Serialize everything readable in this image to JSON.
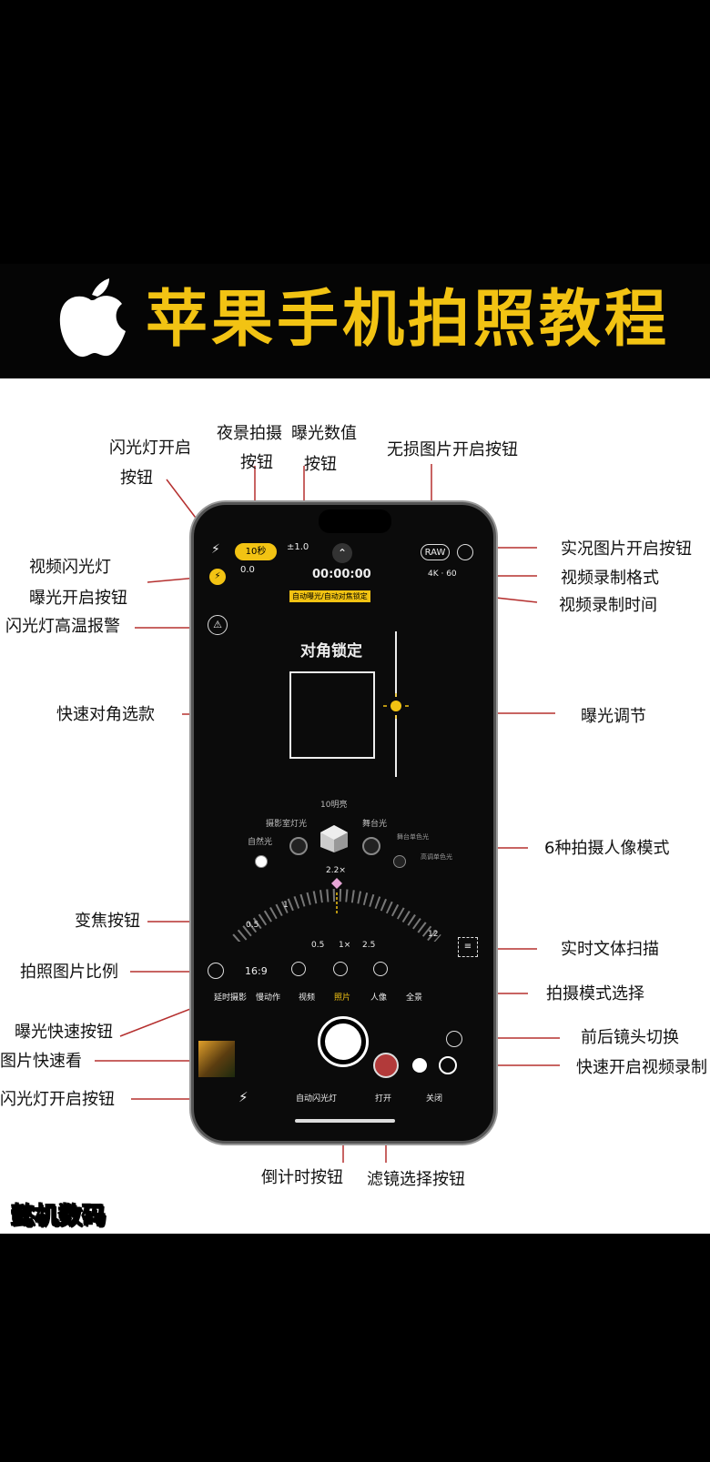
{
  "header": {
    "title": "苹果手机拍照教程"
  },
  "annotations": {
    "flash_open": "闪光灯开启",
    "flash_open_2": "按钮",
    "night_mode": "夜景拍摄",
    "night_mode_2": "按钮",
    "exposure_value": "曝光数值",
    "exposure_value_2": "按钮",
    "raw_button": "无损图片开启按钮",
    "live_photo": "实况图片开启按钮",
    "video_format": "视频录制格式",
    "video_time": "视频录制时间",
    "video_flash": "视频闪光灯",
    "exposure_open": "曝光开启按钮",
    "flash_warning": "闪光灯高温报警",
    "quick_focus": "快速对角选款",
    "exposure_adjust": "曝光调节",
    "portrait_modes": "6种拍摄人像模式",
    "zoom_button": "变焦按钮",
    "text_scan": "实时文体扫描",
    "aspect_ratio": "拍照图片比例",
    "mode_select": "拍摄模式选择",
    "exposure_quick": "曝光快速按钮",
    "lens_switch": "前后镜头切换",
    "photo_quick_view": "图片快速看",
    "quick_video": "快速开启视频录制",
    "flash_open_btn": "闪光灯开启按钮",
    "timer_button": "倒计时按钮",
    "filter_button": "滤镜选择按钮"
  },
  "phone": {
    "night_seconds": "10秒",
    "exposure_num": "±1.0",
    "raw": "RAW",
    "video_flash_val": "0.0",
    "rec_time": "00:00:00",
    "rec_format": "4K · 60",
    "lock_banner": "自动曝光/自动对焦锁定",
    "lock_label": "对角锁定",
    "lighting_title": "10明亮",
    "lighting_studio": "摄影室灯光",
    "lighting_stage": "舞台光",
    "lighting_natural": "自然光",
    "lighting_mono": "舞台单色光",
    "lighting_high": "高调单色光",
    "zoom_value": "2.2×",
    "zoom_ticks": [
      "0.5",
      "1",
      "12"
    ],
    "zoom_presets": [
      "0.5",
      "1×",
      "2.5"
    ],
    "ratio": "16:9",
    "modes": [
      "延时摄影",
      "慢动作",
      "视频",
      "照片",
      "人像",
      "全景"
    ],
    "bottom_options": [
      "自动闪光灯",
      "打开",
      "关闭"
    ]
  },
  "watermark": "懿机数码",
  "colors": {
    "accent_yellow": "#f2c313",
    "line_red": "#b5302f"
  }
}
